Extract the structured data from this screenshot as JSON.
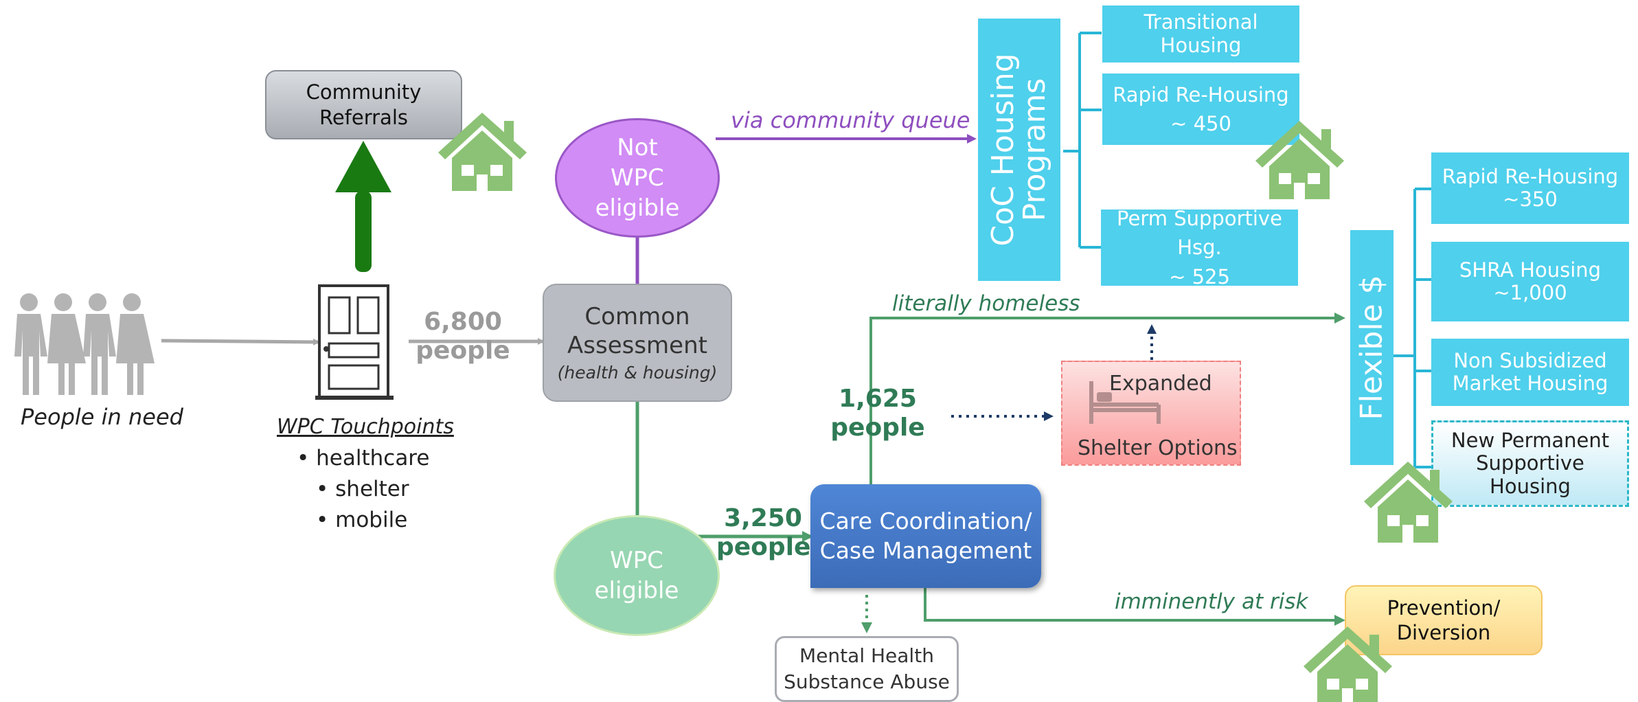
{
  "people": {
    "caption": "People in need",
    "count": "6,800\npeople",
    "icon": "people-group-icon"
  },
  "touchpoints": {
    "title": "WPC Touchpoints",
    "items": [
      "• healthcare",
      "• shelter",
      "• mobile"
    ],
    "icon": "door-icon"
  },
  "community_referrals": {
    "label": "Community\nReferrals"
  },
  "not_eligible": {
    "label": "Not\nWPC\neligible"
  },
  "common_assessment": {
    "title": "Common\nAssessment",
    "subtitle": "(health & housing)"
  },
  "wpc_eligible": {
    "label": "WPC\neligible",
    "count": "3,250\npeople"
  },
  "care_coordination": {
    "label": "Care Coordination/\nCase Management",
    "branch_count": "1,625\npeople"
  },
  "paths": {
    "via_queue": "via community queue",
    "literally_homeless": "literally homeless",
    "imminently_at_risk": "imminently at risk"
  },
  "coc": {
    "title": "CoC Housing\nPrograms",
    "programs": [
      "Transitional Housing",
      "Rapid Re-Housing\n~ 450",
      "Perm Supportive Hsg.\n~ 525"
    ]
  },
  "shelter": {
    "line1": "Expanded",
    "line2": "Shelter Options",
    "icon": "bed-icon"
  },
  "flexible": {
    "title": "Flexible $",
    "options": [
      "Rapid Re-Housing\n~350",
      "SHRA Housing\n~1,000",
      "Non Subsidized\nMarket Housing",
      "New Permanent\nSupportive Housing"
    ]
  },
  "prevention": {
    "label": "Prevention/\nDiversion"
  },
  "mental_health": {
    "label": "Mental Health\nSubstance Abuse"
  },
  "colors": {
    "purple": "#8e4fbf",
    "green": "#4f9e6b",
    "dark_green": "#1a7a12",
    "gray": "#a8a8a8",
    "teal": "#4fd0ec",
    "house_green": "#8cc275",
    "navy": "#1e3a66",
    "blue": "#4a80c8"
  }
}
